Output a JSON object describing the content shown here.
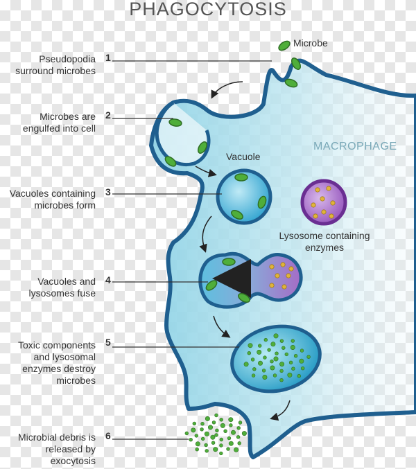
{
  "title": "PHAGOCYTOSIS",
  "labels": {
    "microbe": "Microbe",
    "vacuole": "Vacuole",
    "macrophage": "MACROPHAGE",
    "lysosome": "Lysosome containing\nenzymes"
  },
  "steps": [
    {
      "num": "1",
      "text": "Pseudopodia\nsurround microbes"
    },
    {
      "num": "2",
      "text": "Microbes are\nengulfed into cell"
    },
    {
      "num": "3",
      "text": "Vacuoles containing\nmicrobes form"
    },
    {
      "num": "4",
      "text": "Vacuoles and\nlysosomes fuse"
    },
    {
      "num": "5",
      "text": "Toxic components\nand lysosomal\nenzymes destroy\nmicrobes"
    },
    {
      "num": "6",
      "text": "Microbial debris is\nreleased by\nexocytosis"
    }
  ],
  "colors": {
    "membrane": "#1f5f8f",
    "cytoplasm": "#bfe6f0",
    "vacuole": "#3aa8d2",
    "lysosome": "#8a4fb0",
    "microbe": "#4fae3a",
    "enzyme": "#e0b43a",
    "arrow": "#222222"
  }
}
